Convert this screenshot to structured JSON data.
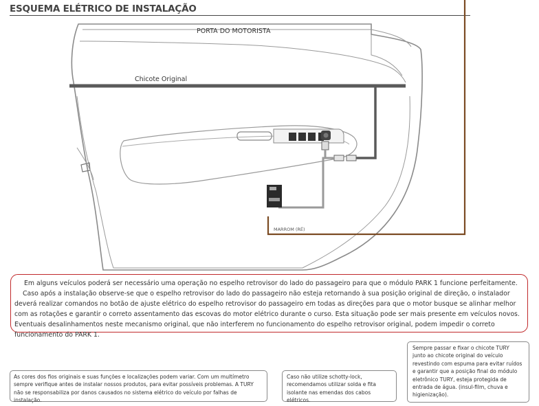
{
  "header": {
    "title": "ESQUEMA ELÉTRICO DE INSTALAÇÃO"
  },
  "diagram": {
    "door_label": "PORTA DO MOTORISTA",
    "harness_label": "Chicote Original",
    "wire_label": "MARROM (RÉ)",
    "colors": {
      "wire_brown": "#7a4a22",
      "harness": "#5a5a5a",
      "cable": "#9a9a9a",
      "outline": "#8a8a8a"
    }
  },
  "notice": {
    "paragraph1": "Em alguns veículos poderá ser necessário uma operação no espelho retrovisor do lado do passageiro para que o módulo PARK 1 funcione perfeitamente.",
    "paragraph2": "Caso após a instalação observe-se que o espelho retrovisor do lado do passageiro não esteja retornando à sua posição original de direção, o instalador deverá realizar comandos no botão de ajuste elétrico do espelho retrovisor do passageiro em todas as direções para que o motor busque se alinhar melhor com as rotações e garantir o correto assentamento das escovas do motor elétrico durante o curso. Esta situação pode ser mais presente em veículos novos. Eventuais desalinhamentos neste mecanismo original, que não interferem no funcionamento do espelho retrovisor original, podem impedir o correto funcionamento do PARK 1."
  },
  "notes": {
    "wires": "As cores dos fios originais e suas funções e localizações podem variar. Com um multímetro sempre verifique antes de instalar nossos produtos, para evitar possíveis problemas. A TURY não se responsabiliza por danos causados no sistema elétrico do veículo por falhas de instalação.",
    "solder": "Caso não utilize schotty-lock, recomendamos utilizar solda e fita isolante nas emendas dos cabos elétricos.",
    "foam": "Sempre passar e fixar o chicote TURY junto ao chicote original do veículo revestindo com espuma para evitar ruídos e garantir que a posição final do módulo eletrônico TURY, esteja protegida de entrada de água. (insul-film, chuva e higienização)."
  }
}
